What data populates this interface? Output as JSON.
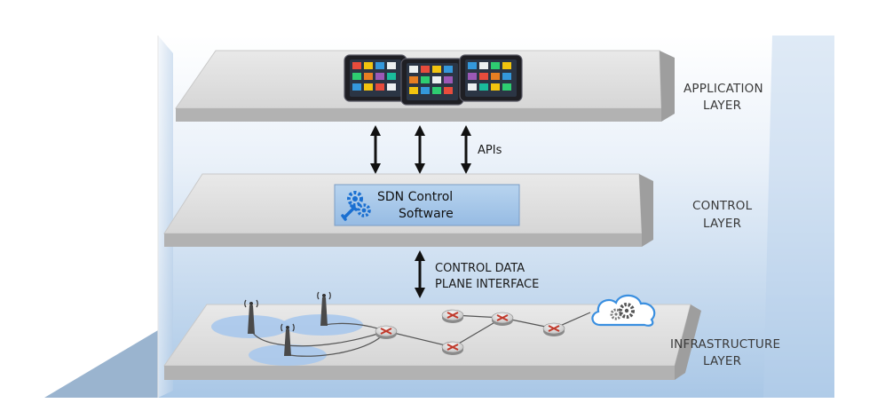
{
  "layers": {
    "application": {
      "line1": "APPLICATION",
      "line2": "LAYER"
    },
    "control": {
      "line1": "CONTROL",
      "line2": "LAYER"
    },
    "infrastructure": {
      "line1": "INFRASTRUCTURE",
      "line2": "LAYER"
    }
  },
  "labels": {
    "apis": "APIs",
    "sdn_line1": "SDN Control",
    "sdn_line2": "Software",
    "interface_line1": "CONTROL DATA",
    "interface_line2": "PLANE INTERFACE"
  },
  "caption": "",
  "colors": {
    "background_top": "#ffffff",
    "background_bottom": "#a9c7e6",
    "plate_top": "#e2e2e2",
    "plate_edge": "#b4b4b4",
    "sdn_box": "#a9c9ea",
    "coverage": "#a8c8ec",
    "router_disc": "#d8d8d8",
    "router_cross": "#c0392b"
  },
  "icons": {
    "tablets": [
      "tablet-icon",
      "tablet-icon",
      "tablet-icon"
    ],
    "control_software": "gears-wrench-icon",
    "cloud": "cloud-gears-icon",
    "antennas": [
      "antenna-tower-icon",
      "antenna-tower-icon",
      "antenna-tower-icon"
    ],
    "routers": [
      "router-icon",
      "router-icon",
      "router-icon",
      "router-icon",
      "router-icon",
      "router-icon"
    ]
  }
}
